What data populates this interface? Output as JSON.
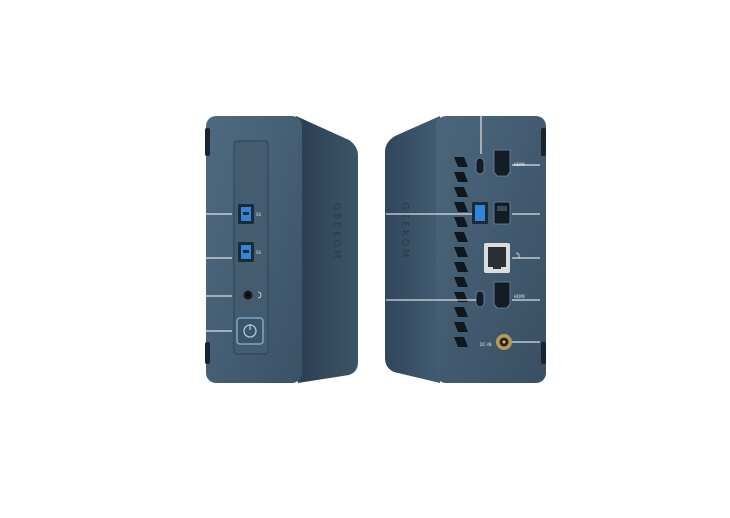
{
  "product": {
    "brand_text": "GEEKOM",
    "body_color": "#3f586c",
    "body_color_dark": "#1f2f3d",
    "accent_usb_blue": "#2f86d8"
  },
  "front_panel": {
    "ports": [
      {
        "name": "usb-a-3-2-icon",
        "label": "SS"
      },
      {
        "name": "usb-a-3-2-icon",
        "label": "SS"
      },
      {
        "name": "audio-jack-icon",
        "label": ""
      },
      {
        "name": "power-button-icon",
        "label": ""
      }
    ]
  },
  "rear_panel": {
    "ports_left_column": [
      "usb-c-icon",
      "usb-a-blue-icon",
      "usb-c-icon"
    ],
    "ports_right_column": [
      "hdmi-icon",
      "usb-a-icon",
      "ethernet-icon",
      "hdmi-icon",
      "dc-in-icon"
    ],
    "labels": {
      "hdmi": "HDMI",
      "dc": "DC-IN"
    }
  }
}
